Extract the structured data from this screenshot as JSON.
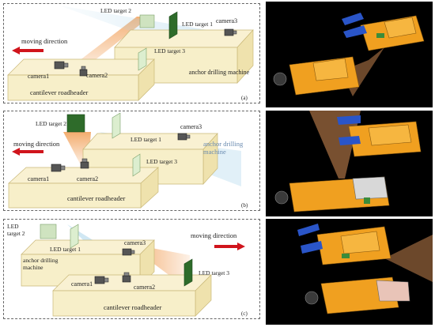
{
  "panels": [
    {
      "letter": "(a)",
      "labels": {
        "moving": "moving direction",
        "cam1": "camera1",
        "cam2": "camera2",
        "cam3": "camera3",
        "led1": "LED target 1",
        "led2": "LED target 2",
        "led3": "LED target 3",
        "anchor": "anchor drilling machine",
        "road": "cantilever roadheader"
      }
    },
    {
      "letter": "(b)",
      "labels": {
        "moving": "moving direction",
        "cam1": "camera1",
        "cam2": "camera2",
        "cam3": "camera3",
        "led1": "LED target 1",
        "led2": "LED target 2",
        "led3": "LED target 3",
        "anchor": "anchor drilling machine",
        "road": "cantilever roadheader"
      }
    },
    {
      "letter": "(c)",
      "labels": {
        "moving": "moving direction",
        "cam1": "camera1",
        "cam2": "camera2",
        "cam3": "camera3",
        "led1": "LED target 1",
        "led2": "LED target 2",
        "led3": "LED target 3",
        "anchor": "anchor drilling machine",
        "road": "cantilever roadheader"
      }
    }
  ],
  "colors": {
    "box_fill": "#f7efc9",
    "box_edge": "#c9b878",
    "arrow": "#d0141c",
    "led_dark": "#2e6b2a",
    "led_light": "#cfe3c0",
    "beam_orange": "#f2a35e",
    "beam_blue": "#a9d3ea",
    "render_bg": "#000000",
    "machine_orange": "#f0a020",
    "machine_blue": "#2a55c8"
  }
}
